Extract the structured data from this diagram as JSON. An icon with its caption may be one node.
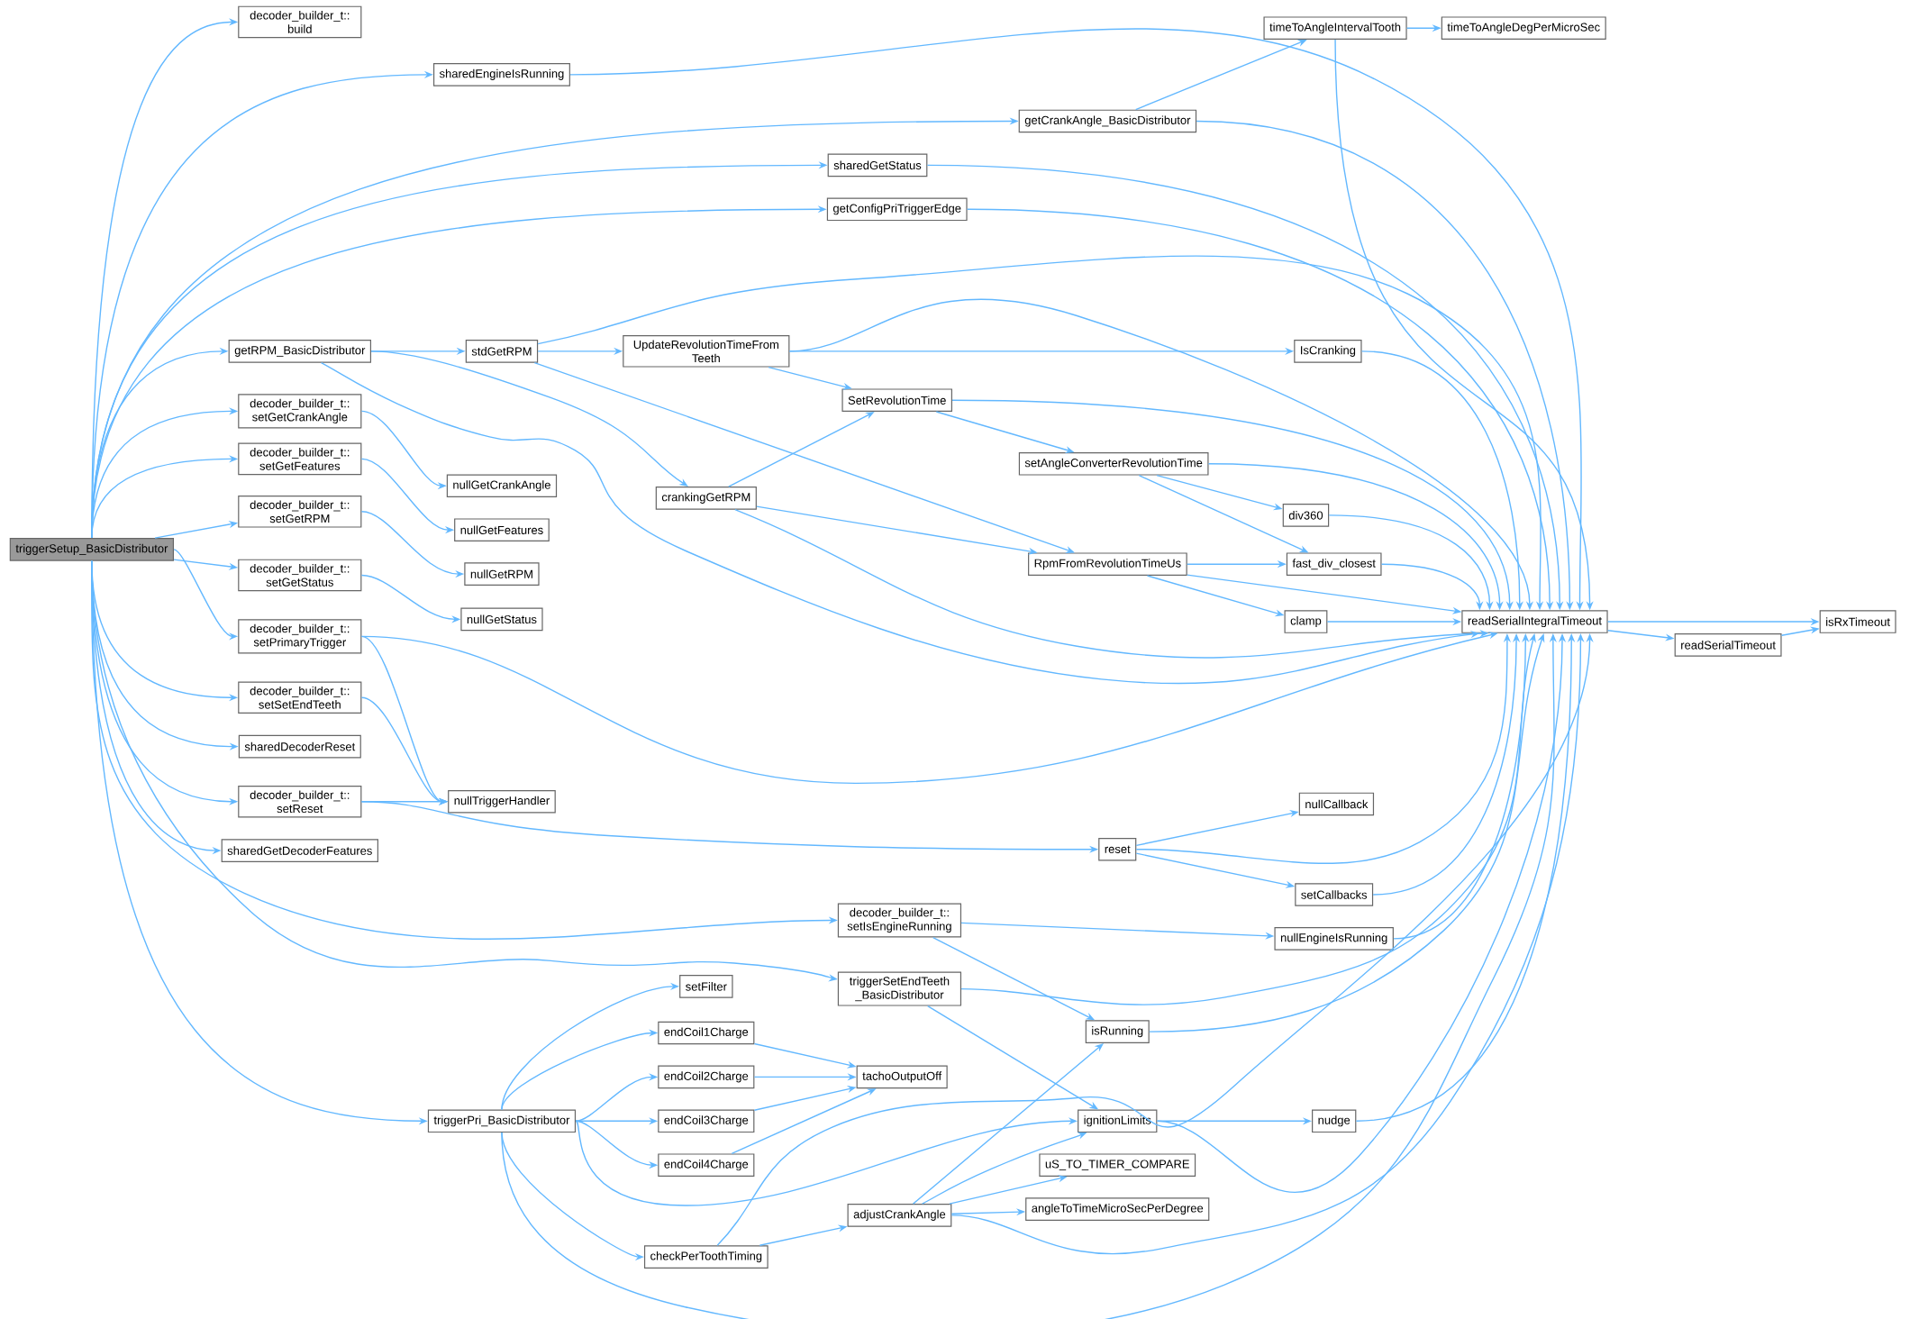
{
  "diagram": {
    "nodes": [
      {
        "text": [
          "triggerSetup_BasicDistributor"
        ]
      },
      {
        "text": [
          "decoder_builder_t:: build"
        ]
      },
      {
        "text": [
          "sharedEngineIsRunning"
        ]
      },
      {
        "text": [
          "getCrankAngle_BasicDistributor"
        ]
      },
      {
        "text": [
          "timeToAngleIntervalTooth"
        ]
      },
      {
        "text": [
          "timeToAngleDegPerMicroSec"
        ]
      },
      {
        "text": [
          "sharedGetStatus"
        ]
      },
      {
        "text": [
          "getConfigPriTriggerEdge"
        ]
      },
      {
        "text": [
          "readSerialIntegralTimeout"
        ]
      },
      {
        "text": [
          "isRxTimeout"
        ]
      },
      {
        "text": [
          "readSerialTimeout"
        ]
      },
      {
        "text": [
          "getRPM_BasicDistributor"
        ]
      },
      {
        "text": [
          "stdGetRPM"
        ]
      },
      {
        "text": [
          "UpdateRevolutionTimeFrom Teeth"
        ]
      },
      {
        "text": [
          "IsCranking"
        ]
      },
      {
        "text": [
          "SetRevolutionTime"
        ]
      },
      {
        "text": [
          "setAngleConverterRevolutionTime"
        ]
      },
      {
        "text": [
          "div360"
        ]
      },
      {
        "text": [
          "fast_div_closest"
        ]
      },
      {
        "text": [
          "crankingGetRPM"
        ]
      },
      {
        "text": [
          "RpmFromRevolutionTimeUs"
        ]
      },
      {
        "text": [
          "clamp"
        ]
      },
      {
        "text": [
          "decoder_builder_t:: setGetCrankAngle"
        ]
      },
      {
        "text": [
          "nullGetCrankAngle"
        ]
      },
      {
        "text": [
          "decoder_builder_t:: setGetFeatures"
        ]
      },
      {
        "text": [
          "nullGetFeatures"
        ]
      },
      {
        "text": [
          "decoder_builder_t:: setGetRPM"
        ]
      },
      {
        "text": [
          "nullGetRPM"
        ]
      },
      {
        "text": [
          "decoder_builder_t:: setGetStatus"
        ]
      },
      {
        "text": [
          "nullGetStatus"
        ]
      },
      {
        "text": [
          "decoder_builder_t:: setPrimaryTrigger"
        ]
      },
      {
        "text": [
          "decoder_builder_t:: setSetEndTeeth"
        ]
      },
      {
        "text": [
          "sharedDecoderReset"
        ]
      },
      {
        "text": [
          "decoder_builder_t:: setReset"
        ]
      },
      {
        "text": [
          "nullTriggerHandler"
        ]
      },
      {
        "text": [
          "sharedGetDecoderFeatures"
        ]
      },
      {
        "text": [
          "reset"
        ]
      },
      {
        "text": [
          "nullCallback"
        ]
      },
      {
        "text": [
          "setCallbacks"
        ]
      },
      {
        "text": [
          "decoder_builder_t:: setIsEngineRunning"
        ]
      },
      {
        "text": [
          "nullEngineIsRunning"
        ]
      },
      {
        "text": [
          "triggerSetEndTeeth _BasicDistributor"
        ]
      },
      {
        "text": [
          "isRunning"
        ]
      },
      {
        "text": [
          "setFilter"
        ]
      },
      {
        "text": [
          "endCoil1Charge"
        ]
      },
      {
        "text": [
          "endCoil2Charge"
        ]
      },
      {
        "text": [
          "endCoil3Charge"
        ]
      },
      {
        "text": [
          "endCoil4Charge"
        ]
      },
      {
        "text": [
          "tachoOutputOff"
        ]
      },
      {
        "text": [
          "triggerPri_BasicDistributor"
        ]
      },
      {
        "text": [
          "ignitionLimits"
        ]
      },
      {
        "text": [
          "nudge"
        ]
      },
      {
        "text": [
          "uS_TO_TIMER_COMPARE"
        ]
      },
      {
        "text": [
          "angleToTimeMicroSecPerDegree"
        ]
      },
      {
        "text": [
          "adjustCrankAngle"
        ]
      },
      {
        "text": [
          "checkPerToothTiming"
        ]
      }
    ],
    "edges": [
      {
        "from": 0,
        "to": 1,
        "arrow": "to"
      },
      {
        "from": 0,
        "to": 2,
        "arrow": "to"
      },
      {
        "from": 0,
        "to": 3,
        "arrow": "to"
      },
      {
        "from": 0,
        "to": 6,
        "arrow": "to"
      },
      {
        "from": 0,
        "to": 7,
        "arrow": "to"
      },
      {
        "from": 0,
        "to": 11,
        "arrow": "to"
      },
      {
        "from": 0,
        "to": 22,
        "arrow": "to"
      },
      {
        "from": 0,
        "to": 24,
        "arrow": "to"
      },
      {
        "from": 0,
        "to": 26,
        "arrow": "to"
      },
      {
        "from": 0,
        "to": 28,
        "arrow": "to"
      },
      {
        "from": 0,
        "to": 30,
        "arrow": "to"
      },
      {
        "from": 0,
        "to": 31,
        "arrow": "to"
      },
      {
        "from": 0,
        "to": 32,
        "arrow": "to"
      },
      {
        "from": 0,
        "to": 33,
        "arrow": "to"
      },
      {
        "from": 0,
        "to": 35,
        "arrow": "to"
      },
      {
        "from": 0,
        "to": 39,
        "arrow": "to"
      },
      {
        "from": 0,
        "to": 41,
        "arrow": "to"
      },
      {
        "from": 0,
        "to": 49,
        "arrow": "to"
      },
      {
        "from": 2,
        "to": 8,
        "arrow": "to"
      },
      {
        "from": 3,
        "to": 4,
        "arrow": "to"
      },
      {
        "from": 3,
        "to": 8,
        "arrow": "to"
      },
      {
        "from": 4,
        "to": 5,
        "arrow": "to"
      },
      {
        "from": 4,
        "to": 8,
        "arrow": "to"
      },
      {
        "from": 6,
        "to": 8,
        "arrow": "to"
      },
      {
        "from": 7,
        "to": 8,
        "arrow": "to"
      },
      {
        "from": 11,
        "to": 12,
        "arrow": "to"
      },
      {
        "from": 11,
        "to": 19,
        "arrow": "to"
      },
      {
        "from": 11,
        "to": 8,
        "arrow": "to"
      },
      {
        "from": 12,
        "to": 13,
        "arrow": "to"
      },
      {
        "from": 12,
        "to": 20,
        "arrow": "to"
      },
      {
        "from": 12,
        "to": 8,
        "arrow": "to"
      },
      {
        "from": 13,
        "to": 14,
        "arrow": "to"
      },
      {
        "from": 13,
        "to": 15,
        "arrow": "to"
      },
      {
        "from": 13,
        "to": 8,
        "arrow": "to"
      },
      {
        "from": 14,
        "to": 8,
        "arrow": "to"
      },
      {
        "from": 15,
        "to": 16,
        "arrow": "to"
      },
      {
        "from": 15,
        "to": 8,
        "arrow": "to"
      },
      {
        "from": 16,
        "to": 17,
        "arrow": "to"
      },
      {
        "from": 16,
        "to": 18,
        "arrow": "to"
      },
      {
        "from": 16,
        "to": 8,
        "arrow": "to"
      },
      {
        "from": 17,
        "to": 8,
        "arrow": "to"
      },
      {
        "from": 18,
        "to": 8,
        "arrow": "to"
      },
      {
        "from": 19,
        "to": 15,
        "arrow": "to"
      },
      {
        "from": 19,
        "to": 20,
        "arrow": "to"
      },
      {
        "from": 19,
        "to": 8,
        "arrow": "to"
      },
      {
        "from": 20,
        "to": 18,
        "arrow": "to"
      },
      {
        "from": 20,
        "to": 21,
        "arrow": "to"
      },
      {
        "from": 20,
        "to": 8,
        "arrow": "to"
      },
      {
        "from": 21,
        "to": 8,
        "arrow": "to"
      },
      {
        "from": 22,
        "to": 23,
        "arrow": "to"
      },
      {
        "from": 24,
        "to": 25,
        "arrow": "to"
      },
      {
        "from": 26,
        "to": 27,
        "arrow": "to"
      },
      {
        "from": 28,
        "to": 29,
        "arrow": "to"
      },
      {
        "from": 30,
        "to": 34,
        "arrow": "to"
      },
      {
        "from": 30,
        "to": 8,
        "arrow": "to"
      },
      {
        "from": 31,
        "to": 34,
        "arrow": "to"
      },
      {
        "from": 33,
        "to": 34,
        "arrow": "to"
      },
      {
        "from": 33,
        "to": 36,
        "arrow": "to"
      },
      {
        "from": 36,
        "to": 37,
        "arrow": "to"
      },
      {
        "from": 36,
        "to": 38,
        "arrow": "to"
      },
      {
        "from": 36,
        "to": 8,
        "arrow": "to"
      },
      {
        "from": 38,
        "to": 8,
        "arrow": "to"
      },
      {
        "from": 39,
        "to": 40,
        "arrow": "to"
      },
      {
        "from": 39,
        "to": 42,
        "arrow": "to"
      },
      {
        "from": 40,
        "to": 8,
        "arrow": "to"
      },
      {
        "from": 41,
        "to": 8,
        "arrow": "to"
      },
      {
        "from": 41,
        "to": 50,
        "arrow": "to"
      },
      {
        "from": 42,
        "to": 8,
        "arrow": "to"
      },
      {
        "from": 49,
        "to": 43,
        "arrow": "to"
      },
      {
        "from": 49,
        "to": 44,
        "arrow": "to"
      },
      {
        "from": 49,
        "to": 45,
        "arrow": "to"
      },
      {
        "from": 49,
        "to": 46,
        "arrow": "to"
      },
      {
        "from": 49,
        "to": 47,
        "arrow": "to"
      },
      {
        "from": 49,
        "to": 55,
        "arrow": "to"
      },
      {
        "from": 49,
        "to": 50,
        "arrow": "to"
      },
      {
        "from": 49,
        "to": 8,
        "arrow": "to"
      },
      {
        "from": 44,
        "to": 48,
        "arrow": "to"
      },
      {
        "from": 45,
        "to": 48,
        "arrow": "to"
      },
      {
        "from": 46,
        "to": 48,
        "arrow": "to"
      },
      {
        "from": 47,
        "to": 48,
        "arrow": "to"
      },
      {
        "from": 50,
        "to": 51,
        "arrow": "to"
      },
      {
        "from": 50,
        "to": 8,
        "arrow": "to"
      },
      {
        "from": 51,
        "to": 8,
        "arrow": "to"
      },
      {
        "from": 55,
        "to": 54,
        "arrow": "to"
      },
      {
        "from": 55,
        "to": 8,
        "arrow": "to"
      },
      {
        "from": 54,
        "to": 42,
        "arrow": "to"
      },
      {
        "from": 54,
        "to": 50,
        "arrow": "to"
      },
      {
        "from": 54,
        "to": 52,
        "arrow": "to"
      },
      {
        "from": 54,
        "to": 53,
        "arrow": "to"
      },
      {
        "from": 54,
        "to": 8,
        "arrow": "to"
      },
      {
        "from": 8,
        "to": 9,
        "arrow": "to"
      },
      {
        "from": 8,
        "to": 10,
        "arrow": "to"
      },
      {
        "from": 10,
        "to": 9,
        "arrow": "to"
      }
    ]
  }
}
